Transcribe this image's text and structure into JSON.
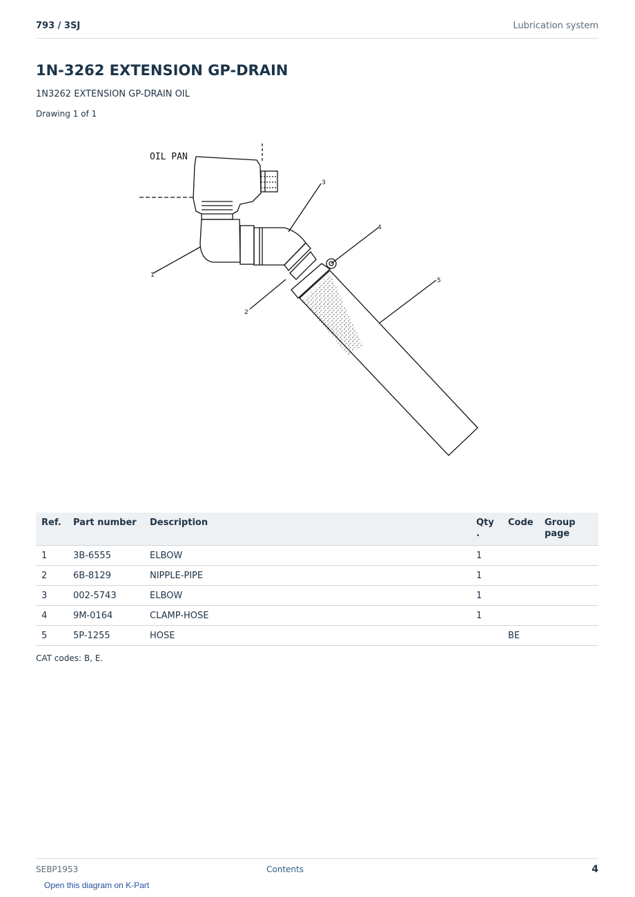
{
  "header": {
    "model": "793  /  3SJ",
    "section": "Lubrication system"
  },
  "title": "1N-3262 EXTENSION GP-DRAIN",
  "subtitle": "1N3262 EXTENSION GP-DRAIN OIL",
  "drawing_count": "Drawing 1 of 1",
  "diagram": {
    "label_oil_pan": "OIL PAN",
    "callouts": [
      "1",
      "2",
      "3",
      "4",
      "5"
    ]
  },
  "table": {
    "headers": {
      "ref": "Ref.",
      "part": "Part number",
      "desc": "Description",
      "qty": "Qty\n.",
      "code": "Code",
      "group": "Group page"
    },
    "rows": [
      {
        "ref": "1",
        "part": "3B-6555",
        "desc": "ELBOW",
        "qty": "1",
        "code": "",
        "group": ""
      },
      {
        "ref": "2",
        "part": "6B-8129",
        "desc": "NIPPLE-PIPE",
        "qty": "1",
        "code": "",
        "group": ""
      },
      {
        "ref": "3",
        "part": "002-5743",
        "desc": "ELBOW",
        "qty": "1",
        "code": "",
        "group": ""
      },
      {
        "ref": "4",
        "part": "9M-0164",
        "desc": "CLAMP-HOSE",
        "qty": "1",
        "code": "",
        "group": ""
      },
      {
        "ref": "5",
        "part": "5P-1255",
        "desc": "HOSE",
        "qty": "",
        "code": "BE",
        "group": ""
      }
    ]
  },
  "cat_codes": "CAT codes: B, E.",
  "footer": {
    "doc_id": "SEBP1953",
    "contents_link": "Contents",
    "page_number": "4"
  },
  "kpart_link": "Open this diagram on K-Part"
}
